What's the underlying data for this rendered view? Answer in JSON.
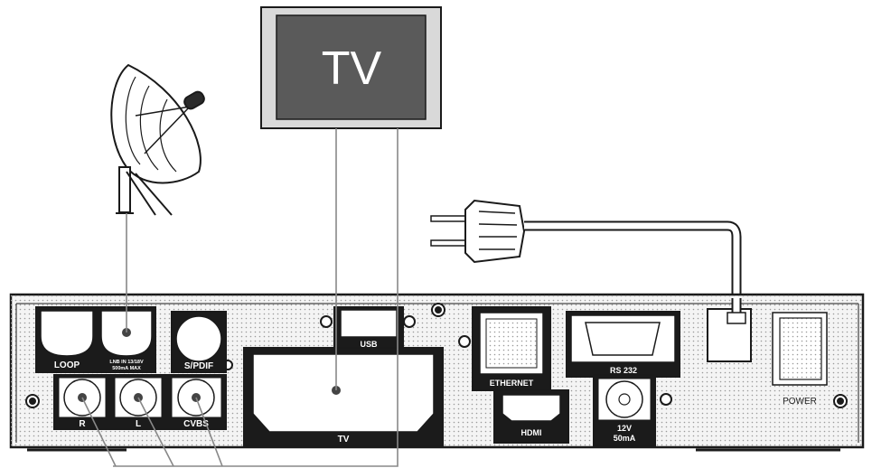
{
  "tv": {
    "label": "TV"
  },
  "ports": {
    "loop": "LOOP",
    "lnb_line1": "LNB IN 13/18V",
    "lnb_line2": "500mA MAX",
    "spdif": "S/PDIF",
    "usb": "USB",
    "ethernet": "ETHERNET",
    "rs232": "RS 232",
    "audio_r": "R",
    "audio_l": "L",
    "cvbs": "CVBS",
    "scart_tv": "TV",
    "hdmi": "HDMI",
    "dc_line1": "12V",
    "dc_line2": "50mA",
    "power": "POWER"
  },
  "colors": {
    "line": "#1a1a1a",
    "panel": "#f4f4f4",
    "label_bg": "#1b1b1b",
    "tv_screen": "#5a5a5a",
    "tv_frame": "#d9d9d9",
    "cable": "#888888"
  }
}
